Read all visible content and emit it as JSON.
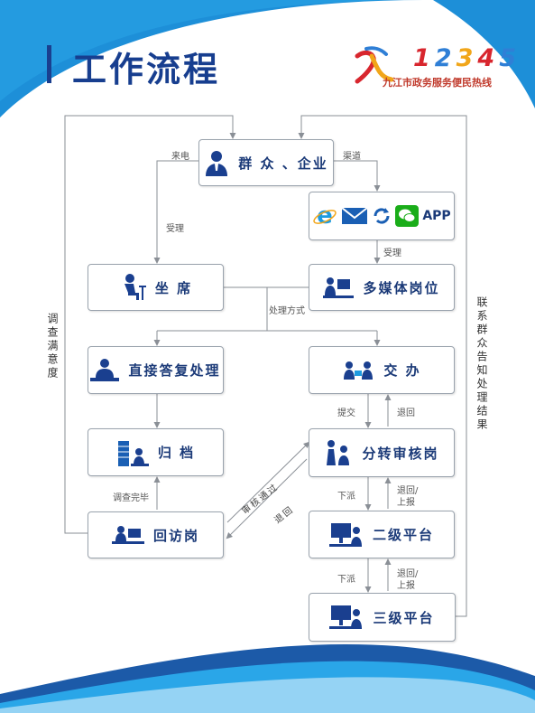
{
  "title": "工作流程",
  "logo": {
    "digits": [
      "1",
      "2",
      "3",
      "4",
      "5"
    ],
    "digit_colors": [
      "#d8262e",
      "#2f7fd6",
      "#f1a61a",
      "#d8262e",
      "#2f7fd6"
    ],
    "subtitle": "九江市政务服务便民热线"
  },
  "nodes": {
    "public": "群 众 、企业",
    "channels_app": "APP",
    "seat": "坐  席",
    "multimedia": "多媒体岗位",
    "direct": "直接答复处理",
    "assign": "交  办",
    "archive": "归  档",
    "review": "分转审核岗",
    "revisit": "回访岗",
    "level2": "二级平台",
    "level3": "三级平台"
  },
  "edges": {
    "call": "来电",
    "channel": "渠道",
    "accept1": "受理",
    "accept2": "受理",
    "method": "处理方式",
    "submit": "提交",
    "return1": "退回",
    "survey_done": "调查完毕",
    "dispatch1": "下派",
    "return_up1_a": "退回/",
    "return_up1_b": "上报",
    "dispatch2": "下派",
    "return_up2_a": "退回/",
    "return_up2_b": "上报",
    "approve": "审核通过",
    "return2": "退回"
  },
  "side": {
    "left": "调查满意度",
    "right": "联系群众告知处理结果"
  },
  "colors": {
    "primary": "#173e8f",
    "accent": "#1d9be0",
    "green": "#1aad19"
  },
  "icons": [
    "person-icon",
    "ie-icon",
    "mail-icon",
    "refresh-icon",
    "wechat-icon",
    "seated-agent-icon",
    "multimedia-agent-icon",
    "desk-agent-icon",
    "handover-icon",
    "archive-icon",
    "review-icon",
    "revisit-icon",
    "computer-agent-icon"
  ]
}
